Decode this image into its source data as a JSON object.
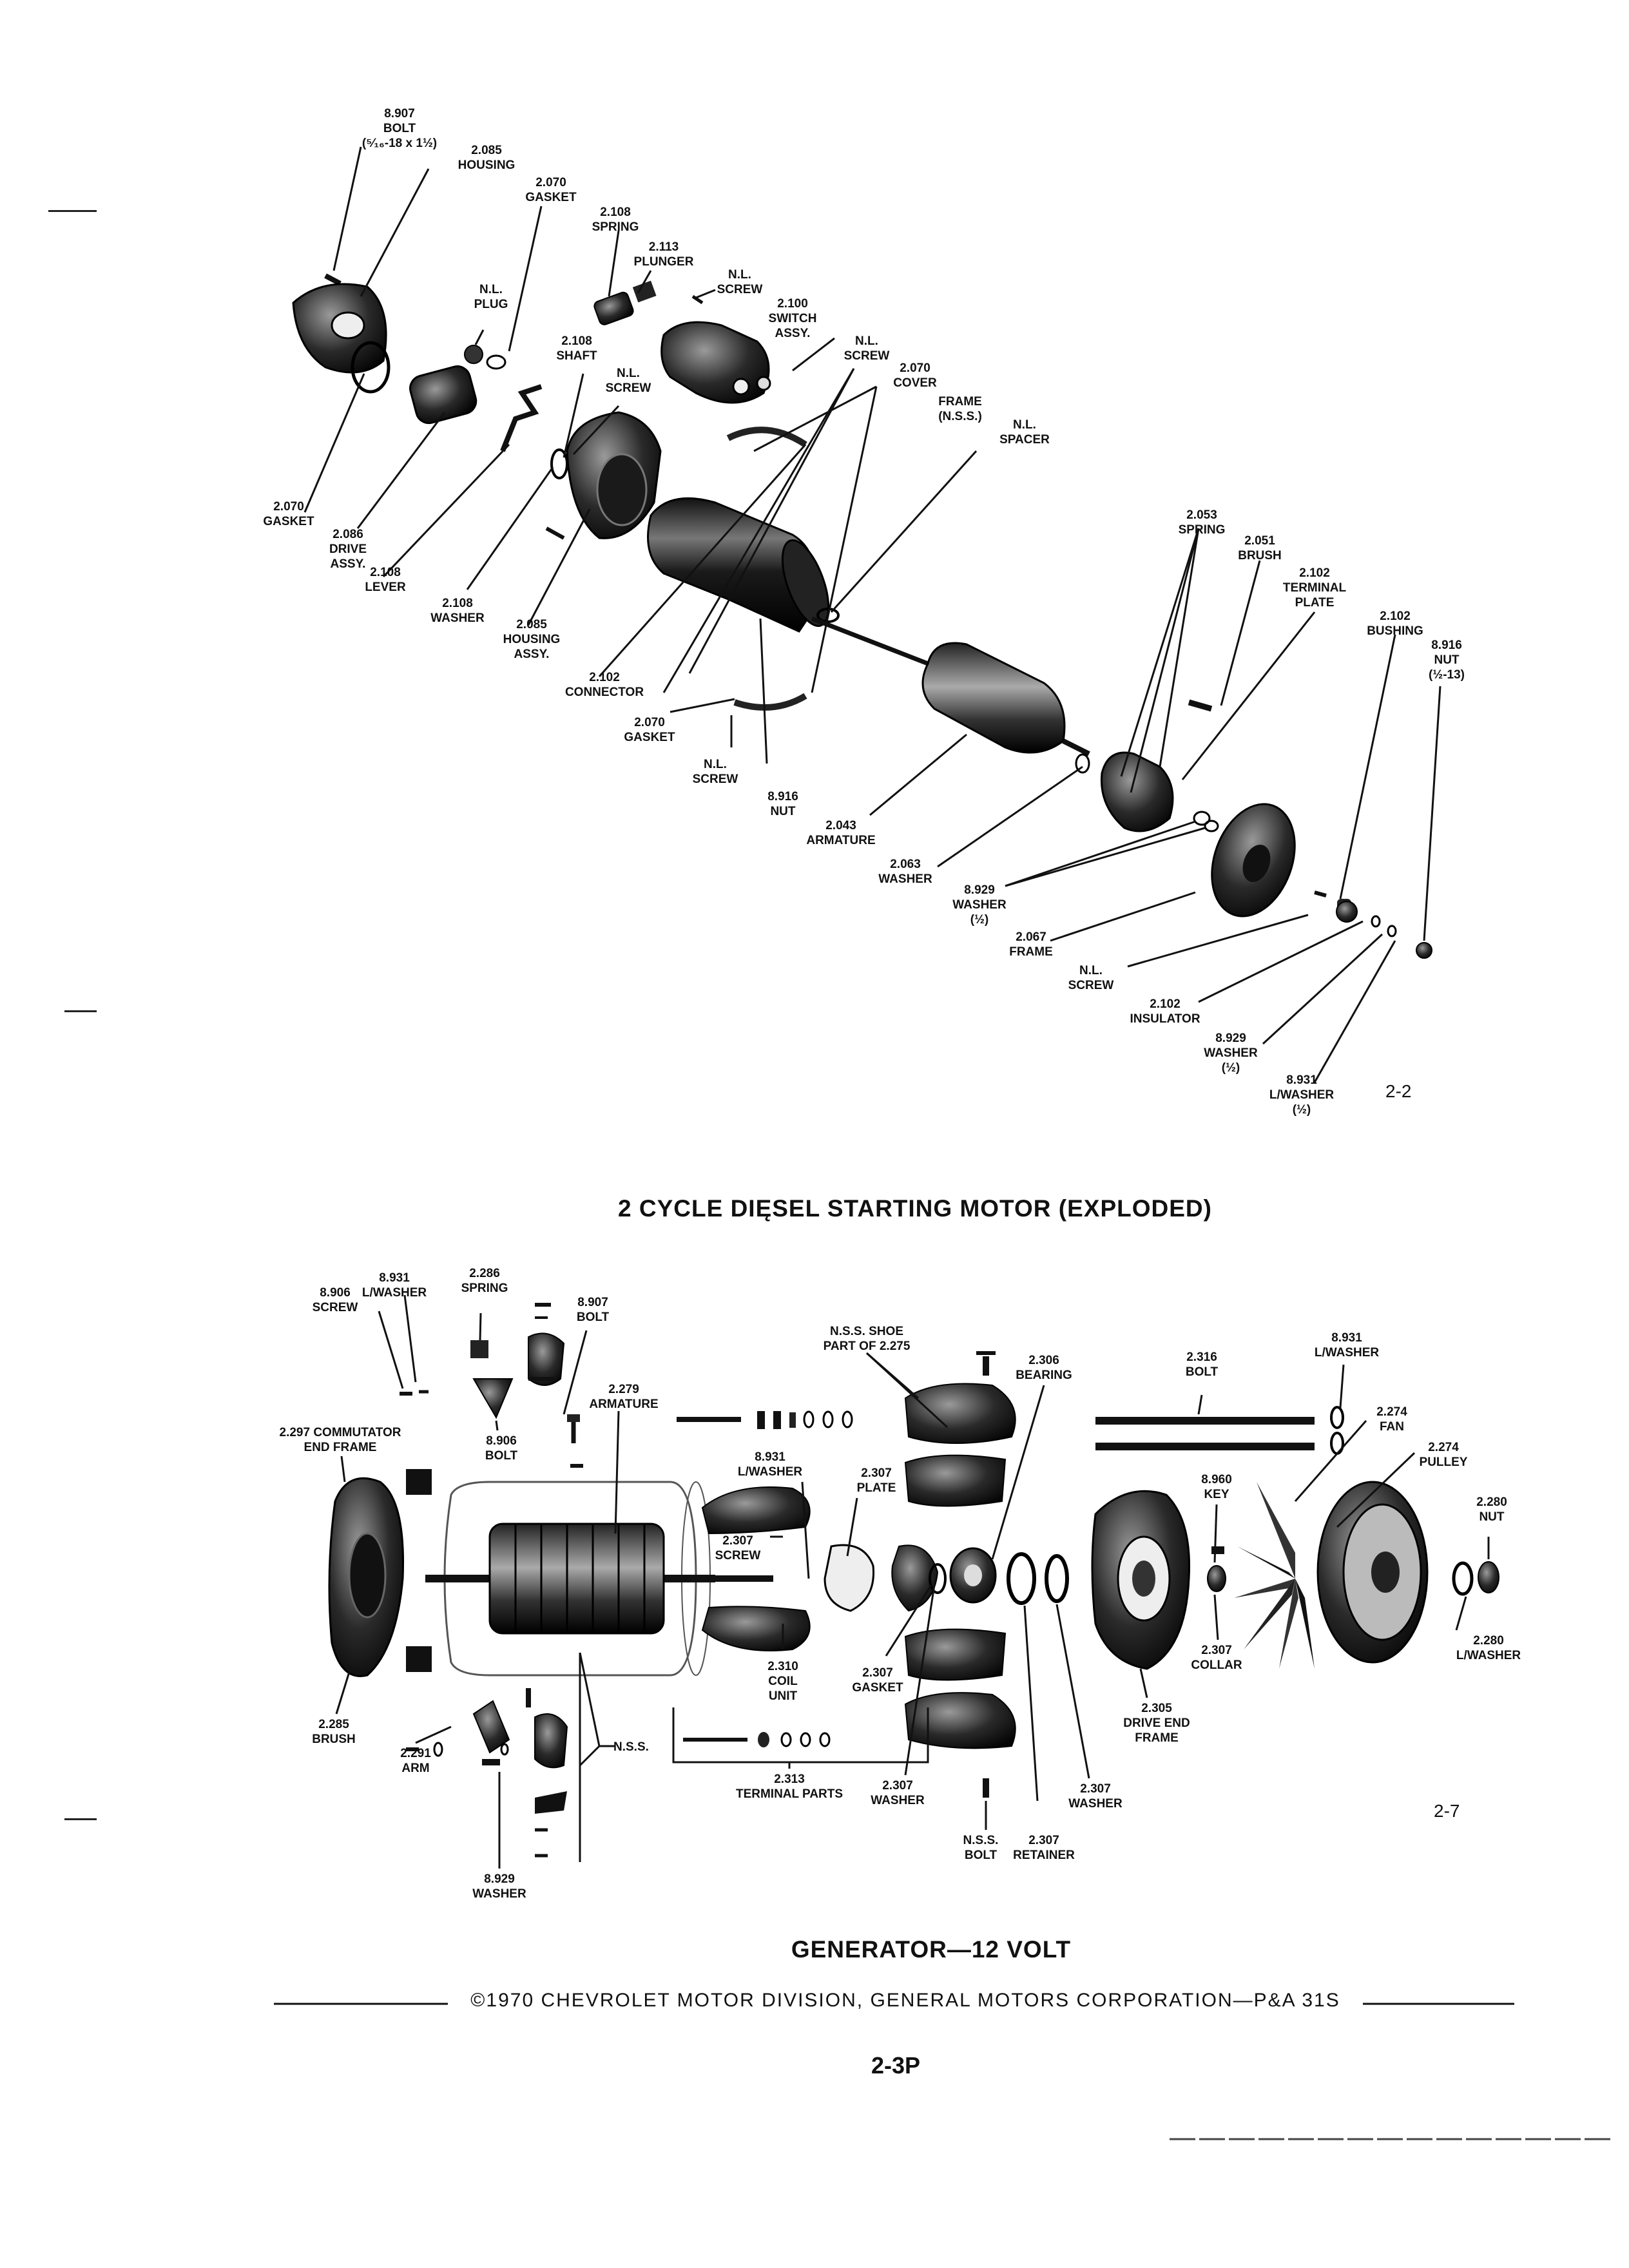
{
  "motor": {
    "fig_no": "2-2",
    "caption": "2 CYCLE DIĘSEL STARTING MOTOR (EXPLODED)",
    "labels": [
      {
        "id": "bolt-8907",
        "text": "8.907\nBOLT\n(⁵⁄₁₆-18 x 1½)"
      },
      {
        "id": "housing-2085",
        "text": "2.085\nHOUSING"
      },
      {
        "id": "gasket-2070-top",
        "text": "2.070\nGASKET"
      },
      {
        "id": "spring-2108",
        "text": "2.108\nSPRING"
      },
      {
        "id": "plunger-2113",
        "text": "2.113\nPLUNGER"
      },
      {
        "id": "screw-nl-top",
        "text": "N.L.\nSCREW"
      },
      {
        "id": "plug-nl",
        "text": "N.L.\nPLUG"
      },
      {
        "id": "switch-2100",
        "text": "2.100\nSWITCH\nASSY."
      },
      {
        "id": "shaft-2108",
        "text": "2.108\nSHAFT"
      },
      {
        "id": "screw-nl-2",
        "text": "N.L.\nSCREW"
      },
      {
        "id": "screw-nl-3",
        "text": "N.L.\nSCREW"
      },
      {
        "id": "cover-2070",
        "text": "2.070\nCOVER"
      },
      {
        "id": "frame-nss",
        "text": "FRAME\n(N.S.S.)"
      },
      {
        "id": "spacer-nl",
        "text": "N.L.\nSPACER"
      },
      {
        "id": "gasket-2070-left",
        "text": "2.070\nGASKET"
      },
      {
        "id": "drive-2086",
        "text": "2.086\nDRIVE\nASSY."
      },
      {
        "id": "lever-2108",
        "text": "2.108\nLEVER"
      },
      {
        "id": "washer-2108",
        "text": "2.108\nWASHER"
      },
      {
        "id": "housing-assy-2085",
        "text": "2.085\nHOUSING\nASSY."
      },
      {
        "id": "connector-2102",
        "text": "2.102\nCONNECTOR"
      },
      {
        "id": "gasket-2070-bottom",
        "text": "2.070\nGASKET"
      },
      {
        "id": "screw-nl-bottom",
        "text": "N.L.\nSCREW"
      },
      {
        "id": "nut-8916-bottom",
        "text": "8.916\nNUT"
      },
      {
        "id": "armature-2043",
        "text": "2.043\nARMATURE"
      },
      {
        "id": "spring-2053",
        "text": "2.053\nSPRING"
      },
      {
        "id": "brush-2051",
        "text": "2.051\nBRUSH"
      },
      {
        "id": "terminal-plate-2102",
        "text": "2.102\nTERMINAL\nPLATE"
      },
      {
        "id": "bushing-2102",
        "text": "2.102\nBUSHING"
      },
      {
        "id": "nut-8916-right",
        "text": "8.916\nNUT\n(½-13)"
      },
      {
        "id": "washer-2063",
        "text": "2.063\nWASHER"
      },
      {
        "id": "washer-8929-a",
        "text": "8.929\nWASHER\n(½)"
      },
      {
        "id": "frame-2067",
        "text": "2.067\nFRAME"
      },
      {
        "id": "screw-nl-right",
        "text": "N.L.\nSCREW"
      },
      {
        "id": "insulator-2102",
        "text": "2.102\nINSULATOR"
      },
      {
        "id": "washer-8929-b",
        "text": "8.929\nWASHER\n(½)"
      },
      {
        "id": "lwasher-8931",
        "text": "8.931\nL/WASHER\n(½)"
      }
    ]
  },
  "generator": {
    "fig_no": "2-7",
    "caption": "GENERATOR—12 VOLT",
    "labels": [
      {
        "id": "lwasher-8931-left",
        "text": "8.931\nL/WASHER"
      },
      {
        "id": "screw-8906",
        "text": "8.906\nSCREW"
      },
      {
        "id": "spring-2286",
        "text": "2.286\nSPRING"
      },
      {
        "id": "bolt-8907",
        "text": "8.907\nBOLT"
      },
      {
        "id": "armature-2279",
        "text": "2.279\nARMATURE"
      },
      {
        "id": "end-frame-2297",
        "text": "2.297 COMMUTATOR\nEND FRAME"
      },
      {
        "id": "bolt-8906",
        "text": "8.906\nBOLT"
      },
      {
        "id": "shoe-nss",
        "text": "N.S.S. SHOE\nPART OF 2.275"
      },
      {
        "id": "bearing-2306",
        "text": "2.306\nBEARING"
      },
      {
        "id": "bolt-2316",
        "text": "2.316\nBOLT"
      },
      {
        "id": "lwasher-8931-right",
        "text": "8.931\nL/WASHER"
      },
      {
        "id": "fan-2274",
        "text": "2.274\nFAN"
      },
      {
        "id": "pulley-2274",
        "text": "2.274\nPULLEY"
      },
      {
        "id": "nut-2280",
        "text": "2.280\nNUT"
      },
      {
        "id": "lwasher-8931-mid",
        "text": "8.931\nL/WASHER"
      },
      {
        "id": "plate-2307",
        "text": "2.307\nPLATE"
      },
      {
        "id": "key-8960",
        "text": "8.960\nKEY"
      },
      {
        "id": "screw-2307",
        "text": "2.307\nSCREW"
      },
      {
        "id": "coil-2310",
        "text": "2.310\nCOIL\nUNIT"
      },
      {
        "id": "gasket-2307",
        "text": "2.307\nGASKET"
      },
      {
        "id": "collar-2307",
        "text": "2.307\nCOLLAR"
      },
      {
        "id": "lwasher-2280",
        "text": "2.280\nL/WASHER"
      },
      {
        "id": "drive-end-2305",
        "text": "2.305\nDRIVE END\nFRAME"
      },
      {
        "id": "brush-2285",
        "text": "2.285\nBRUSH"
      },
      {
        "id": "arm-2291",
        "text": "2.291\nARM"
      },
      {
        "id": "nss",
        "text": "N.S.S."
      },
      {
        "id": "terminal-2313",
        "text": "2.313\nTERMINAL PARTS"
      },
      {
        "id": "washer-2307-left",
        "text": "2.307\nWASHER"
      },
      {
        "id": "washer-2307-right",
        "text": "2.307\nWASHER"
      },
      {
        "id": "bolt-nss",
        "text": "N.S.S.\nBOLT"
      },
      {
        "id": "retainer-2307",
        "text": "2.307\nRETAINER"
      },
      {
        "id": "washer-8929",
        "text": "8.929\nWASHER"
      }
    ]
  },
  "footer": {
    "copyright": "©1970 CHEVROLET MOTOR DIVISION, GENERAL MOTORS CORPORATION—P&A 31S",
    "page": "2-3P"
  }
}
